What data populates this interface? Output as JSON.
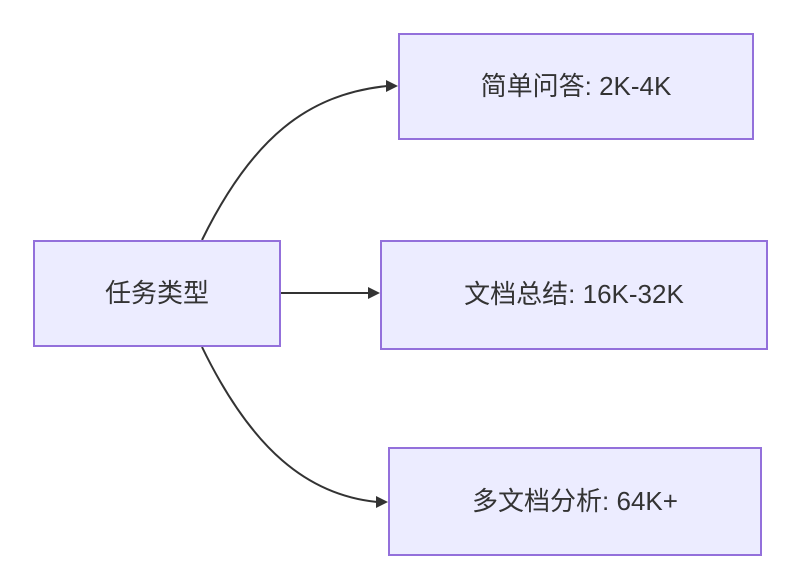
{
  "diagram": {
    "type": "flowchart-left-to-right",
    "root": {
      "label": "任务类型"
    },
    "nodes": [
      {
        "label": "简单问答: 2K-4K"
      },
      {
        "label": "文档总结: 16K-32K"
      },
      {
        "label": "多文档分析: 64K+"
      }
    ],
    "edges": [
      {
        "from": "任务类型",
        "to": "简单问答: 2K-4K"
      },
      {
        "from": "任务类型",
        "to": "文档总结: 16K-32K"
      },
      {
        "from": "任务类型",
        "to": "多文档分析: 64K+"
      }
    ],
    "colors": {
      "node_fill": "#ECECFF",
      "node_border": "#9370DB",
      "edge_stroke": "#333333",
      "text": "#333333",
      "background": "#FFFFFF"
    }
  }
}
